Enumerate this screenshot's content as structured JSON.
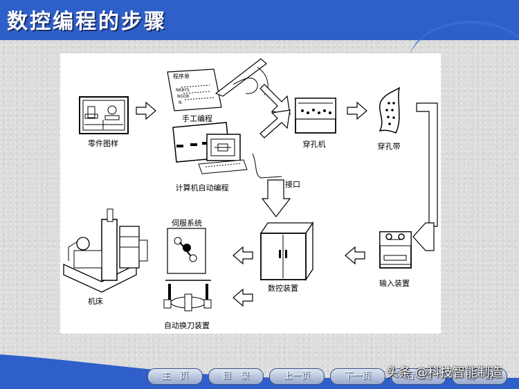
{
  "slide": {
    "title": "数控编程的步骤"
  },
  "diagram": {
    "part_drawing": "零件图样",
    "program_sheet_header": "程序单",
    "program_sheet_line1": "NK8YS",
    "program_sheet_line2": "NGOK",
    "program_sheet_line3": "N",
    "manual_programming": "手工编程",
    "computer_programming": "计算机自动编程",
    "punch_machine": "穿孔机",
    "punched_tape": "穿孔带",
    "interface": "接口",
    "input_device": "输入装置",
    "cnc_device": "数控装置",
    "servo_system": "伺服系统",
    "machine_tool": "机床",
    "atc": "自动换刀装置"
  },
  "nav": {
    "home": "主　页",
    "contents": "目　录",
    "prev": "上一页",
    "next": "下一页",
    "back": "后　退",
    "exit": "退　出"
  },
  "watermark": "头条 @科技智能制造",
  "colors": {
    "title_bar": "#2f5fc9",
    "background": "#dcdcdc",
    "nav_button": "#98a8cb"
  }
}
